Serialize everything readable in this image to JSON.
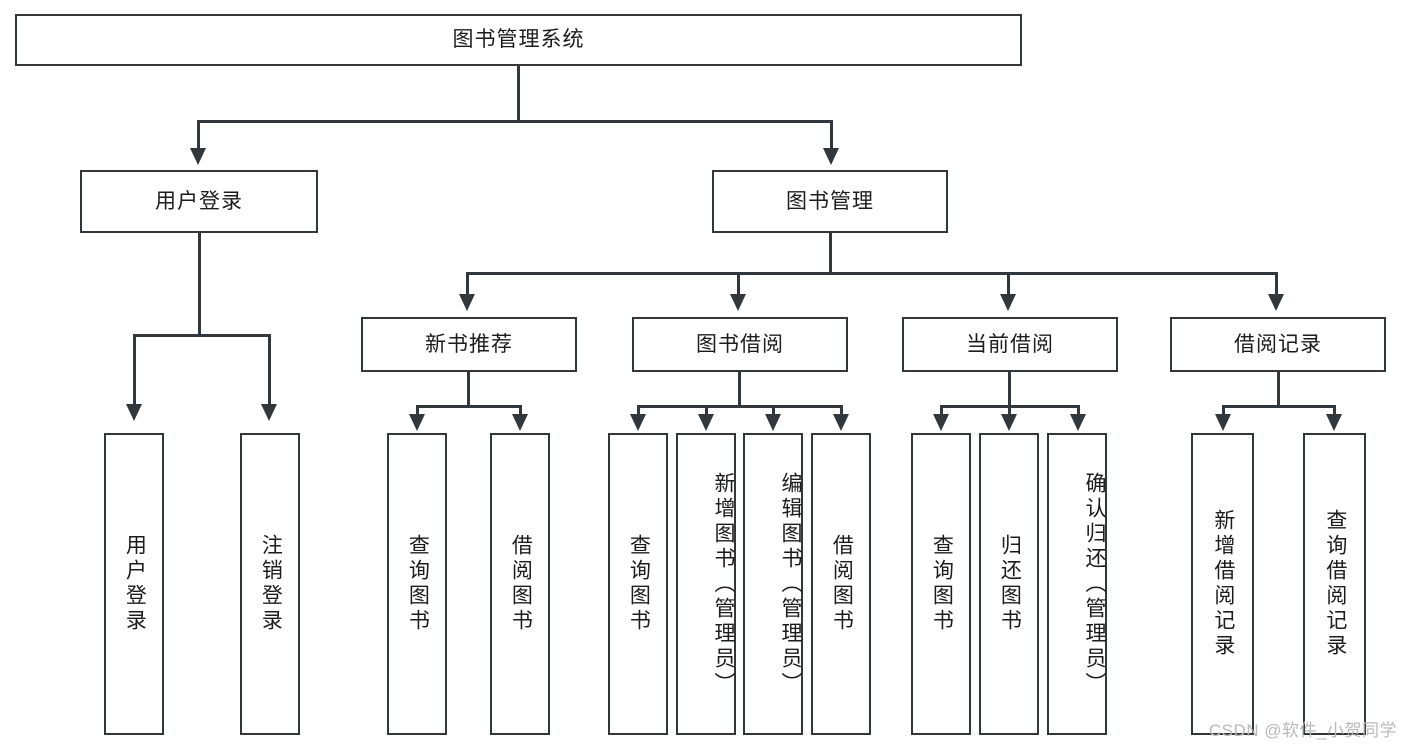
{
  "diagram": {
    "title": "图书管理系统",
    "type": "tree-hierarchy",
    "root": {
      "label": "图书管理系统"
    },
    "level2": [
      {
        "label": "用户登录"
      },
      {
        "label": "图书管理"
      }
    ],
    "level3": [
      {
        "label": "新书推荐"
      },
      {
        "label": "图书借阅"
      },
      {
        "label": "当前借阅"
      },
      {
        "label": "借阅记录"
      }
    ],
    "leaves": {
      "user_login": [
        {
          "label": "用户登录"
        },
        {
          "label": "注销登录"
        }
      ],
      "new_book_recommend": [
        {
          "label": "查询图书"
        },
        {
          "label": "借阅图书"
        }
      ],
      "book_borrow": [
        {
          "label": "查询图书"
        },
        {
          "label": "新增图书（管理员）"
        },
        {
          "label": "编辑图书（管理员）"
        },
        {
          "label": "借阅图书"
        }
      ],
      "current_borrow": [
        {
          "label": "查询图书"
        },
        {
          "label": "归还图书"
        },
        {
          "label": "确认归还（管理员）"
        }
      ],
      "borrow_record": [
        {
          "label": "新增借阅记录"
        },
        {
          "label": "查询借阅记录"
        }
      ]
    }
  },
  "watermark": {
    "text": "CSDN @软件_小贺同学"
  },
  "colors": {
    "stroke": "#32373b",
    "text": "#1c1c1c",
    "background": "#ffffff",
    "watermark": "#b9b9b9"
  }
}
